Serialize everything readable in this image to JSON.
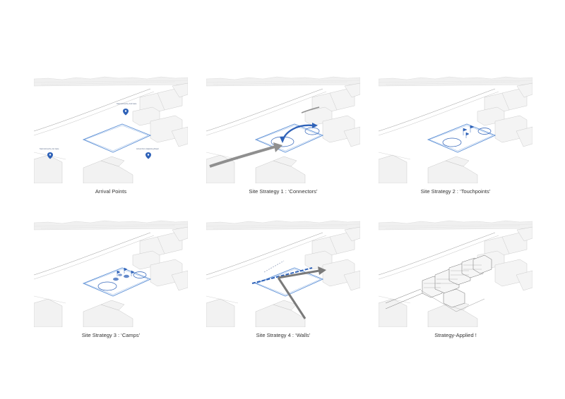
{
  "panels": [
    {
      "caption": "Arrival Points"
    },
    {
      "caption": "Site Strategy 1 : ‘Connectors’"
    },
    {
      "caption": "Site Strategy 2 : ‘Touchpoints’"
    },
    {
      "caption": "Site Strategy 3 : ‘Camps’"
    },
    {
      "caption": "Site Strategy 4 : ‘Walls’"
    },
    {
      "caption": "Strategy-Applied !"
    }
  ],
  "arrival_labels": [
    "Start Arrival by 1st Gate",
    "Start Arrival by 2nd Gate",
    "Arrival from Adjoining Road"
  ],
  "colors": {
    "accent": "#2f62b8",
    "arrow_gray": "#8f8f8f",
    "site_line": "#5b8fd6"
  }
}
